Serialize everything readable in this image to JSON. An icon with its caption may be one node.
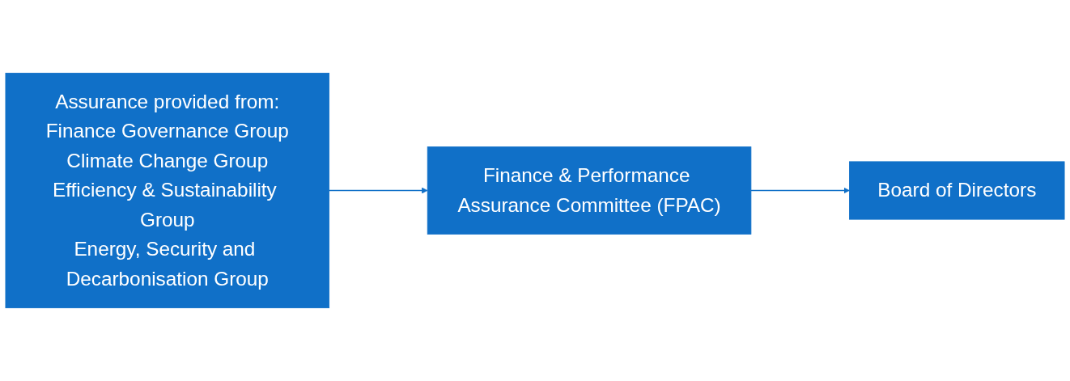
{
  "diagram": {
    "nodes": [
      {
        "text": [
          "Assurance provided from:",
          "Finance Governance Group",
          "Climate Change Group",
          "Efficiency & Sustainability Group",
          "Energy, Security and Decarbonisation Group"
        ]
      },
      {
        "text": [
          "Finance & Performance Assurance Committee (FPAC)"
        ]
      },
      {
        "text": [
          "Board of Directors"
        ]
      }
    ],
    "edges": [
      {
        "from": 0,
        "to": 1,
        "arrow": "to"
      },
      {
        "from": 1,
        "to": 2,
        "arrow": "to"
      }
    ]
  }
}
